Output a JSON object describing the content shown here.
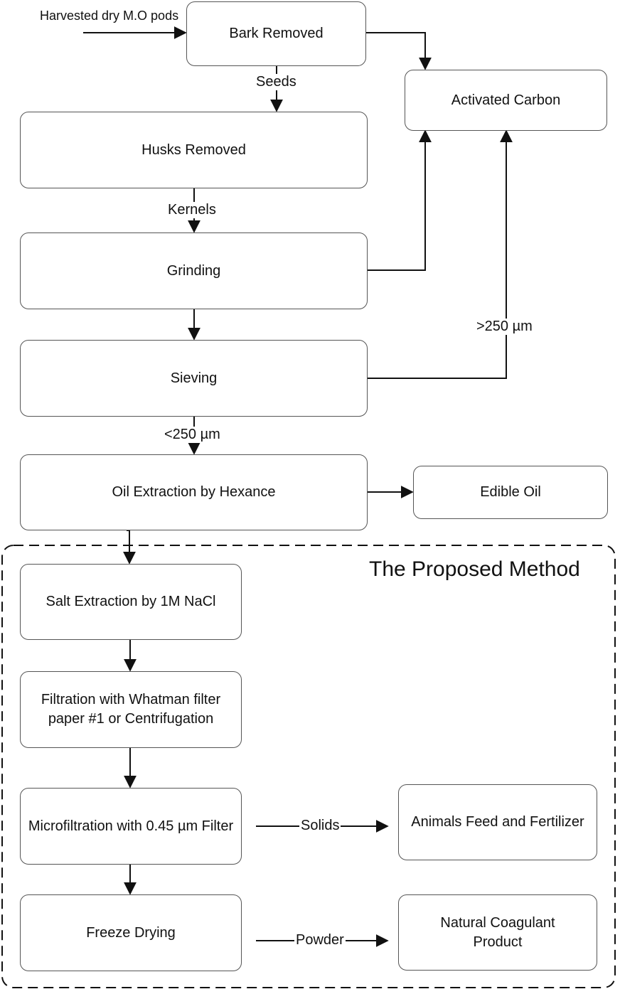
{
  "nodes": {
    "bark_removed": "Bark Removed",
    "activated_carbon": "Activated Carbon",
    "husks_removed": "Husks Removed",
    "grinding": "Grinding",
    "sieving": "Sieving",
    "oil_extraction": "Oil Extraction by Hexance",
    "edible_oil": "Edible Oil",
    "salt_extraction": "Salt Extraction by 1M NaCl",
    "filtration": "Filtration with Whatman filter paper #1 or Centrifugation",
    "microfiltration": "Microfiltration with 0.45 µm Filter",
    "animals_feed": "Animals Feed and Fertilizer",
    "freeze_drying": "Freeze Drying",
    "coagulant_product": "Natural Coagulant Product"
  },
  "edge_labels": {
    "input": "Harvested dry M.O pods",
    "seeds": "Seeds",
    "kernels": "Kernels",
    "coarse": ">250 µm",
    "fine": "<250 µm",
    "solids": "Solids",
    "powder": "Powder"
  },
  "group": {
    "title": "The Proposed Method"
  }
}
